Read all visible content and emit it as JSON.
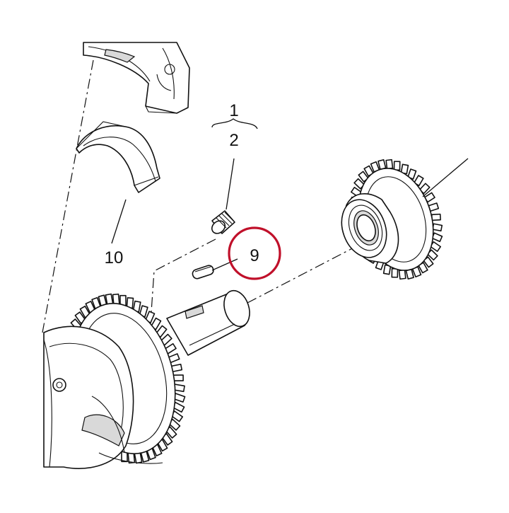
{
  "callouts": {
    "group_number": "1",
    "item_2": "2",
    "item_9": "9",
    "item_10": "10"
  },
  "highlight": {
    "callout": "9",
    "color": "#c0102a"
  },
  "colors": {
    "line": "#111111",
    "shade": "#d9d9d9",
    "background": "#ffffff"
  }
}
